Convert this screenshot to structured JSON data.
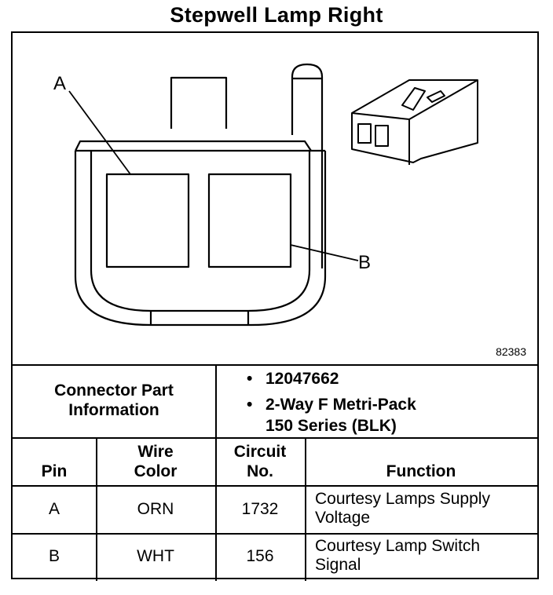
{
  "title": "Stepwell Lamp Right",
  "diagram": {
    "labels": {
      "a": "A",
      "b": "B"
    },
    "figure_id": "82383"
  },
  "connector_info": {
    "label_line1": "Connector Part",
    "label_line2": "Information",
    "part_number": "12047662",
    "description_line1": "2-Way F Metri-Pack",
    "description_line2": "150 Series (BLK)"
  },
  "table": {
    "headers": {
      "pin": "Pin",
      "wire_color_1": "Wire",
      "wire_color_2": "Color",
      "circuit_1": "Circuit",
      "circuit_2": "No.",
      "function": "Function"
    },
    "rows": [
      {
        "pin": "A",
        "wire_color": "ORN",
        "circuit": "1732",
        "function_1": "Courtesy Lamps Supply",
        "function_2": "Voltage"
      },
      {
        "pin": "B",
        "wire_color": "WHT",
        "circuit": "156",
        "function_1": "Courtesy Lamp Switch",
        "function_2": "Signal"
      }
    ]
  }
}
